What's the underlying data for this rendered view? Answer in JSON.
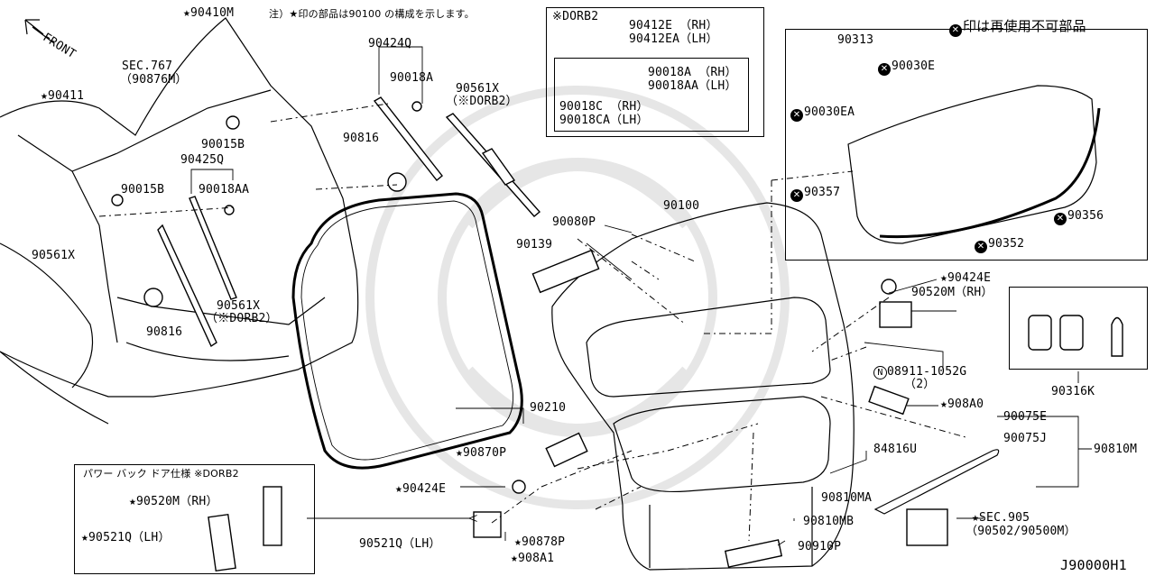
{
  "header_note": {
    "code": "★90410M",
    "note": "注）★印の部品は90100 の構成を示します。"
  },
  "reuse_note": "印は再使用不可部品",
  "front_label": "FRONT",
  "diagram_id": "J90000H1",
  "boxes": {
    "dorb2_title": "※DORB2",
    "power_back_title": "パワー バック ドア仕様 ※DORB2"
  },
  "labels": {
    "l90411": "★90411",
    "sec767": "SEC.767",
    "sec767b": "（90876M）",
    "l90015b_a": "90015B",
    "l90015b_b": "90015B",
    "l90425q": "90425Q",
    "l90018aa": "90018AA",
    "l90424q": "90424Q",
    "l90018a": "90018A",
    "l90561x_a": "90561X",
    "l90561x_a2": "（※DORB2）",
    "l90816_a": "90816",
    "l90561x_b": "90561X",
    "l90816_b": "90816",
    "l90561x_c": "90561X",
    "l90561x_c2": "（※DORB2）",
    "l90412e": "90412E （RH）",
    "l90412ea": "90412EA（LH）",
    "l90018a_rh": "90018A （RH）",
    "l90018aa_lh": "90018AA（LH）",
    "l90018c": "90018C （RH）",
    "l90018ca": "90018CA（LH）",
    "l90313": "90313",
    "l90030e": "90030E",
    "l90030ea": "90030EA",
    "l90357": "90357",
    "l90356": "90356",
    "l90352": "90352",
    "l90100": "90100",
    "l90080p": "90080P",
    "l90139": "90139",
    "l90210": "90210",
    "l90424e_a": "★90424E",
    "l90520m_rh": "90520M（RH）",
    "l08911": "08911-1052G",
    "l08911b": "（2）",
    "l908a0": "★908A0",
    "l90316k": "90316K",
    "l90075e": "90075E",
    "l90075j": "90075J",
    "l90810m": "90810M",
    "l84816u": "84816U",
    "l90810ma": "90810MA",
    "l90810mb": "90810MB",
    "l90910p": "90910P",
    "l90870p": "★90870P",
    "l90424e_b": "★90424E",
    "l90878p": "★90878P",
    "l908a1": "★908A1",
    "l90521q": "90521Q（LH）",
    "sec905": "★SEC.905",
    "sec905b": "（90502/90500M）",
    "l90520m_rh2": "★90520M（RH）",
    "l90521q_lh2": "★90521Q（LH）"
  }
}
